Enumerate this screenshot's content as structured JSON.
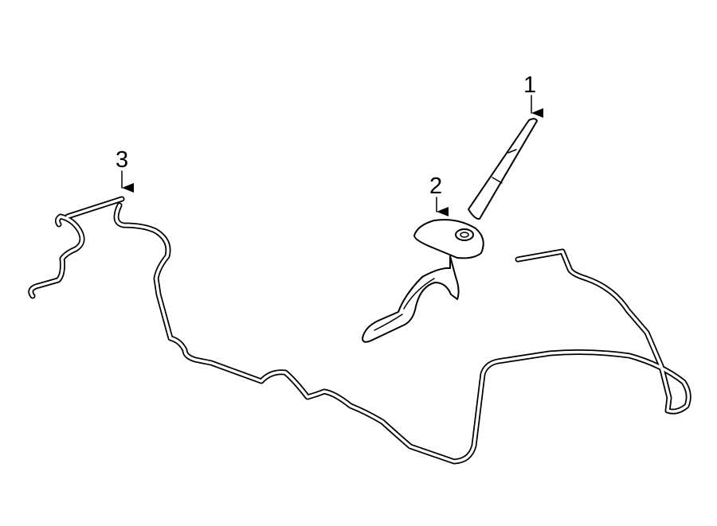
{
  "diagram": {
    "background": "#ffffff",
    "stroke_color": "#000000",
    "parts": [
      {
        "number": "1",
        "part": "antenna-mast"
      },
      {
        "number": "2",
        "part": "antenna-base"
      },
      {
        "number": "3",
        "part": "antenna-cable"
      }
    ]
  }
}
